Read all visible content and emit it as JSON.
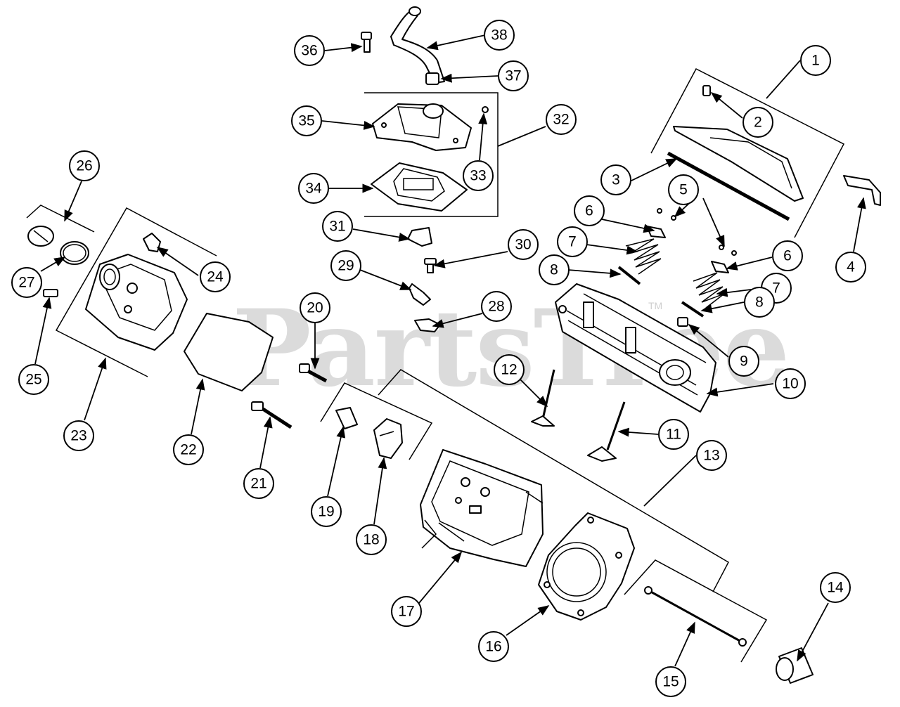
{
  "watermark": {
    "text": "PartsTree",
    "tm": "TM"
  },
  "callouts": [
    {
      "id": "1",
      "label": "1"
    },
    {
      "id": "2",
      "label": "2"
    },
    {
      "id": "3",
      "label": "3"
    },
    {
      "id": "4",
      "label": "4"
    },
    {
      "id": "5",
      "label": "5"
    },
    {
      "id": "6a",
      "label": "6"
    },
    {
      "id": "6b",
      "label": "6"
    },
    {
      "id": "7a",
      "label": "7"
    },
    {
      "id": "7b",
      "label": "7"
    },
    {
      "id": "8a",
      "label": "8"
    },
    {
      "id": "8b",
      "label": "8"
    },
    {
      "id": "9",
      "label": "9"
    },
    {
      "id": "10",
      "label": "10"
    },
    {
      "id": "11",
      "label": "11"
    },
    {
      "id": "12",
      "label": "12"
    },
    {
      "id": "13",
      "label": "13"
    },
    {
      "id": "14",
      "label": "14"
    },
    {
      "id": "15",
      "label": "15"
    },
    {
      "id": "16",
      "label": "16"
    },
    {
      "id": "17",
      "label": "17"
    },
    {
      "id": "18",
      "label": "18"
    },
    {
      "id": "19",
      "label": "19"
    },
    {
      "id": "20",
      "label": "20"
    },
    {
      "id": "21",
      "label": "21"
    },
    {
      "id": "22",
      "label": "22"
    },
    {
      "id": "23",
      "label": "23"
    },
    {
      "id": "24",
      "label": "24"
    },
    {
      "id": "25",
      "label": "25"
    },
    {
      "id": "26",
      "label": "26"
    },
    {
      "id": "27",
      "label": "27"
    },
    {
      "id": "28",
      "label": "28"
    },
    {
      "id": "29",
      "label": "29"
    },
    {
      "id": "30",
      "label": "30"
    },
    {
      "id": "31",
      "label": "31"
    },
    {
      "id": "32",
      "label": "32"
    },
    {
      "id": "33",
      "label": "33"
    },
    {
      "id": "34",
      "label": "34"
    },
    {
      "id": "35",
      "label": "35"
    },
    {
      "id": "36",
      "label": "36"
    },
    {
      "id": "37",
      "label": "37"
    },
    {
      "id": "38",
      "label": "38"
    }
  ]
}
